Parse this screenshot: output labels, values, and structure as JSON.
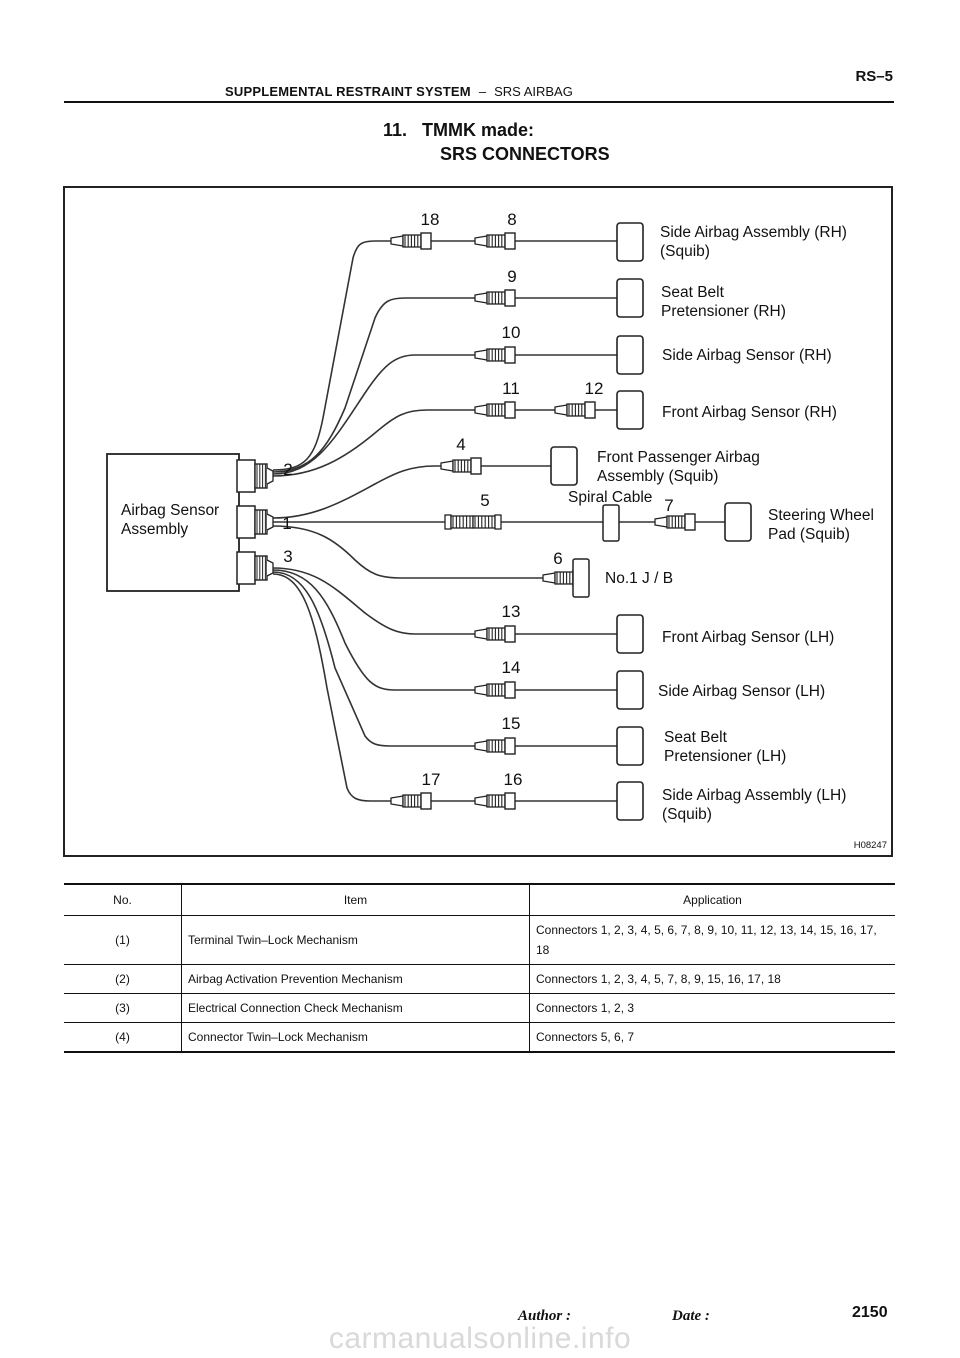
{
  "header": {
    "section": "SUPPLEMENTAL RESTRAINT SYSTEM",
    "dash": "–",
    "subsection": "SRS AIRBAG",
    "page_code": "RS–5"
  },
  "heading": {
    "number": "11.",
    "title": "TMMK made:",
    "subtitle": "SRS CONNECTORS"
  },
  "figure": {
    "code": "H08247",
    "labels": {
      "airbag_sensor_assembly": "Airbag Sensor\nAssembly",
      "side_airbag_assembly_rh": "Side Airbag Assembly (RH)\n(Squib)",
      "seat_belt_pretensioner_rh": "Seat Belt\nPretensioner (RH)",
      "side_airbag_sensor_rh": "Side Airbag Sensor (RH)",
      "front_airbag_sensor_rh": "Front Airbag Sensor (RH)",
      "front_passenger_airbag": "Front Passenger Airbag\nAssembly (Squib)",
      "spiral_cable": "Spiral Cable",
      "steering_wheel_pad": "Steering Wheel\nPad (Squib)",
      "no1_jb": "No.1 J / B",
      "front_airbag_sensor_lh": "Front Airbag Sensor (LH)",
      "side_airbag_sensor_lh": "Side Airbag Sensor (LH)",
      "seat_belt_pretensioner_lh": "Seat Belt\nPretensioner (LH)",
      "side_airbag_assembly_lh": "Side Airbag Assembly (LH)\n(Squib)"
    },
    "connector_numbers": [
      "1",
      "2",
      "3",
      "4",
      "5",
      "6",
      "7",
      "8",
      "9",
      "10",
      "11",
      "12",
      "13",
      "14",
      "15",
      "16",
      "17",
      "18"
    ]
  },
  "table": {
    "headers": [
      "No.",
      "Item",
      "Application"
    ],
    "rows": [
      {
        "no": "(1)",
        "item": "Terminal Twin–Lock Mechanism",
        "application": "Connectors 1, 2, 3, 4, 5, 6, 7, 8, 9, 10, 11, 12, 13, 14, 15, 16, 17, 18"
      },
      {
        "no": "(2)",
        "item": "Airbag Activation Prevention Mechanism",
        "application": "Connectors 1, 2, 3, 4, 5, 7, 8, 9, 15, 16, 17, 18"
      },
      {
        "no": "(3)",
        "item": "Electrical Connection Check Mechanism",
        "application": "Connectors 1, 2, 3"
      },
      {
        "no": "(4)",
        "item": "Connector Twin–Lock Mechanism",
        "application": "Connectors 5, 6, 7"
      }
    ]
  },
  "footer": {
    "author_label": "Author :",
    "date_label": "Date :",
    "page_number": "2150"
  },
  "watermark": "carmanualsonline.info"
}
